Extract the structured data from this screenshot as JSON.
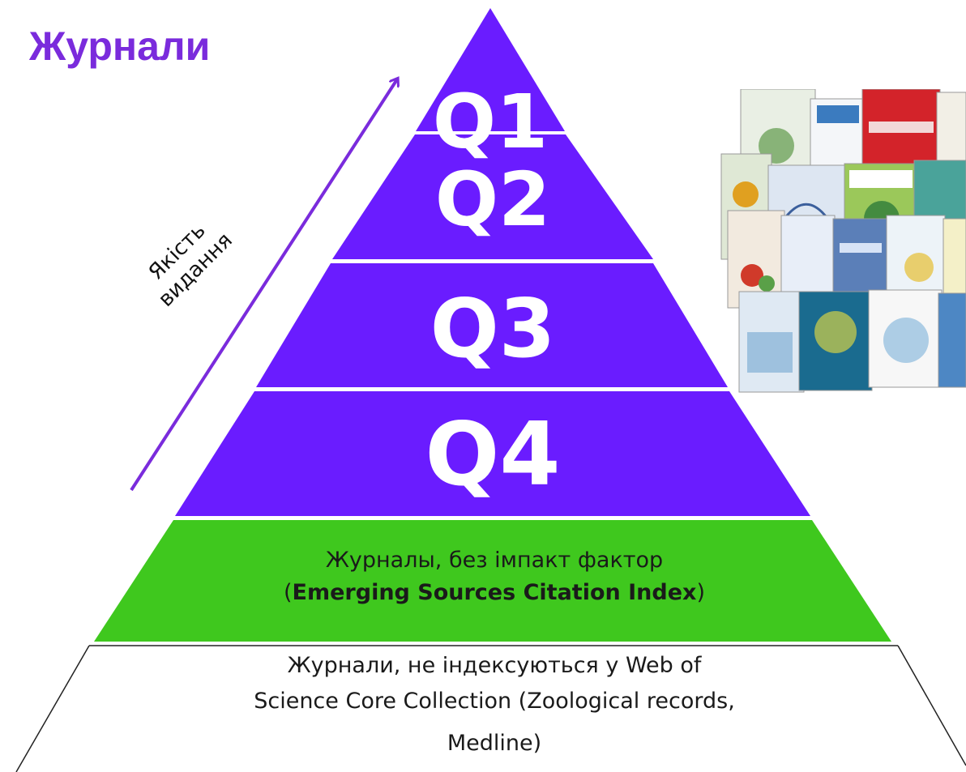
{
  "title": "Журнали",
  "colors": {
    "purple": "#6a1cff",
    "green": "#3fc81e",
    "title": "#7a2bdc",
    "arrow": "#7a2bdc"
  },
  "pyramid": {
    "quartiles": [
      "Q1",
      "Q2",
      "Q3",
      "Q4"
    ],
    "esci_line1": "Журналы, без імпакт фактор",
    "esci_open": "(",
    "esci_bold": "Emerging Sources Citation Index",
    "esci_close": ")",
    "base_line1": "Журнали, не індексуються у Web of",
    "base_line2": "Science Core Collection (Zoological records,",
    "base_line3": "Medline)"
  },
  "axis": {
    "line1": "Якість",
    "line2": "видання"
  },
  "collage": {
    "icon": "journal-covers-collage"
  }
}
